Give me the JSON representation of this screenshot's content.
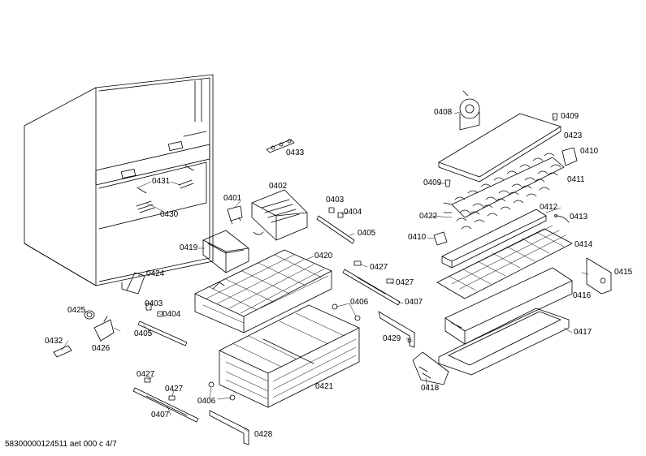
{
  "diagram": {
    "document_code": "58300000124511 aet 000 c 4/7",
    "part_labels": [
      "0408",
      "0409",
      "0423",
      "0410",
      "0409",
      "0411",
      "0433",
      "0402",
      "0401",
      "0403",
      "0404",
      "0431",
      "0430",
      "0422",
      "0412",
      "0413",
      "0410",
      "0405",
      "0414",
      "0419",
      "0420",
      "0427",
      "0427",
      "0424",
      "0415",
      "0416",
      "0403",
      "0404",
      "0425",
      "0406",
      "0407",
      "0405",
      "0426",
      "0429",
      "0417",
      "0432",
      "0421",
      "0418",
      "0427",
      "0427",
      "0406",
      "0407",
      "0428"
    ]
  }
}
